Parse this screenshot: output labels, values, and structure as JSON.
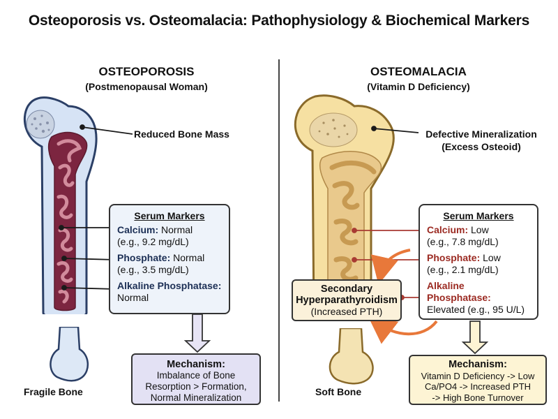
{
  "title": "Osteoporosis vs. Osteomalacia: Pathophysiology & Biochemical Markers",
  "left": {
    "heading": "OSTEOPOROSIS",
    "subheading": "(Postmenopausal Woman)",
    "callout": "Reduced Bone Mass",
    "markers": {
      "header": "Serum Markers",
      "calcium_label": "Calcium:",
      "calcium_value": "Normal",
      "calcium_example": "(e.g., 9.2 mg/dL)",
      "phosphate_label": "Phosphate:",
      "phosphate_value": "Normal",
      "phosphate_example": "(e.g., 3.5 mg/dL)",
      "alp_label": "Alkaline Phosphatase:",
      "alp_value": "Normal"
    },
    "mechanism": {
      "header": "Mechanism:",
      "line1": "Imbalance of Bone",
      "line2": "Resorption > Formation,",
      "line3": "Normal Mineralization"
    },
    "caption": "Fragile Bone"
  },
  "right": {
    "heading": "OSTEOMALACIA",
    "subheading": "(Vitamin D Deficiency)",
    "callout_line1": "Defective Mineralization",
    "callout_line2": "(Excess Osteoid)",
    "markers": {
      "header": "Serum Markers",
      "calcium_label": "Calcium:",
      "calcium_value": "Low",
      "calcium_example": "(e.g., 7.8 mg/dL)",
      "phosphate_label": "Phosphate:",
      "phosphate_value": "Low",
      "phosphate_example": "(e.g., 2.1 mg/dL)",
      "alp_label": "Alkaline Phosphatase:",
      "alp_value": "Elevated (e.g., 95 U/L)"
    },
    "secondary": {
      "line1": "Secondary",
      "line2": "Hyperparathyroidism",
      "line3": "(Increased PTH)"
    },
    "mechanism": {
      "header": "Mechanism:",
      "line1": "Vitamin D Deficiency -> Low",
      "line2": "Ca/PO4 -> Increased PTH",
      "line3": "-> High Bone Turnover"
    },
    "caption": "Soft Bone"
  },
  "colors": {
    "left_bone_fill": "#dbe6f5",
    "left_marrow": "#8a2a45",
    "left_marrow_light": "#c67a8c",
    "left_box_bg": "#eef3fa",
    "left_mech_bg": "#e3e1f4",
    "right_bone_fill": "#f5e2a8",
    "right_marrow": "#c9a062",
    "right_box_bg": "#ffffff",
    "right_secondary_bg": "#fbf1da",
    "right_mech_bg": "#fdf4d4",
    "arrow_orange": "#e8783a",
    "leader_red": "#a83a32"
  }
}
